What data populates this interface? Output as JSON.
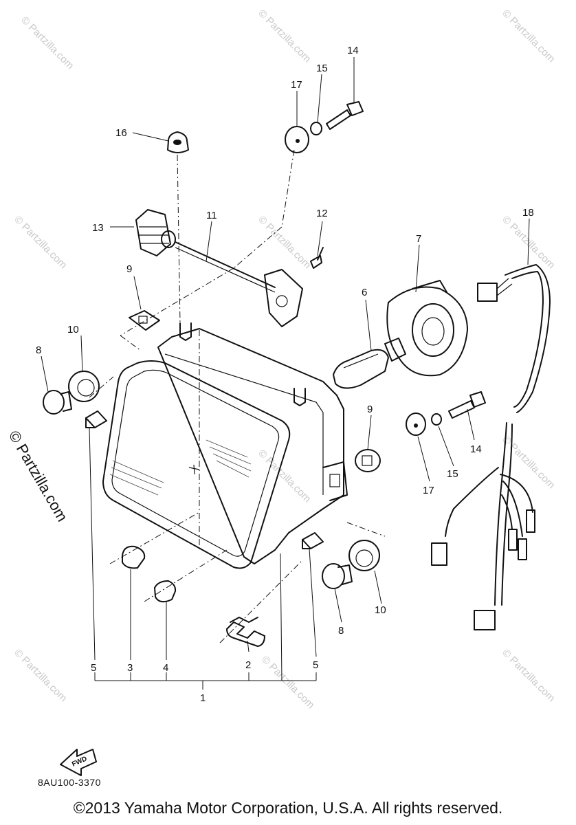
{
  "watermark": "© Partzilla.com",
  "drawing_code": "8AU100-3370",
  "copyright": "©2013 Yamaha Motor Corporation, U.S.A. All rights reserved.",
  "fwd_label": "FWD",
  "callouts": {
    "c1": "1",
    "c2": "2",
    "c3": "3",
    "c4": "4",
    "c5a": "5",
    "c5b": "5",
    "c6": "6",
    "c7": "7",
    "c8a": "8",
    "c8b": "8",
    "c9a": "9",
    "c9b": "9",
    "c10a": "10",
    "c10b": "10",
    "c11": "11",
    "c12": "12",
    "c13": "13",
    "c14a": "14",
    "c14b": "14",
    "c15a": "15",
    "c15b": "15",
    "c16": "16",
    "c17a": "17",
    "c17b": "17",
    "c18": "18"
  }
}
